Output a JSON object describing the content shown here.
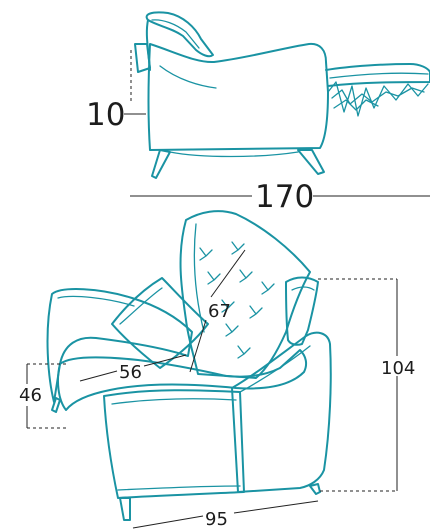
{
  "colors": {
    "outline": "#1a93a3",
    "dimension": "#222222",
    "background": "#ffffff"
  },
  "side_view": {
    "name": "recliner side view",
    "dimensions": {
      "seat_height_offset": "10",
      "extended_length": "170"
    }
  },
  "front_view": {
    "name": "armchair three-quarter view",
    "dimensions": {
      "seat_height": "46",
      "seat_depth": "56",
      "backrest_height": "67",
      "total_height": "104",
      "width": "95"
    }
  }
}
